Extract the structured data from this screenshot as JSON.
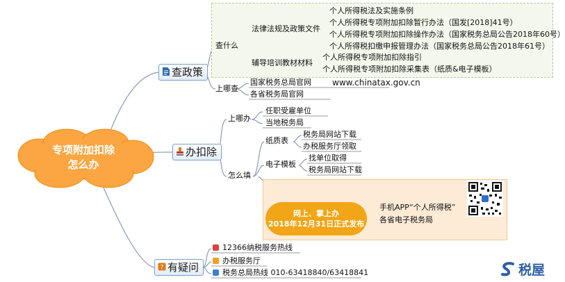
{
  "central": {
    "line1": "专项附加扣除",
    "line2": "怎么办"
  },
  "colors": {
    "cloud": "#fba642",
    "line": "#8a9ab8",
    "panel_green_bg": "#f4f8ec",
    "panel_orange_bg": "#fdebd6",
    "badge": "#f2a516"
  },
  "branches": {
    "policy": {
      "label": "查政策",
      "icon": "document-icon",
      "what": {
        "label": "查什么",
        "laws": {
          "label": "法律法规及政策文件",
          "items": [
            "个人所得税法及实施条例",
            "个人所得税专项附加扣除暂行办法（国发[2018]41号）",
            "个人所得税专项附加扣除操作办法（国家税务总局公告2018年60号）",
            "个人所得税扣缴申报管理办法（国家税务总局公告2018年61号）"
          ]
        },
        "training": {
          "label": "辅导培训教材材料",
          "items": [
            "个人所得税专项附加扣除指引",
            "个人所得税专项附加扣除采集表（纸质&电子模板）"
          ]
        }
      },
      "where": {
        "label": "上哪查",
        "items": [
          {
            "name": "国家税务总局官网",
            "url": "www.chinatax.gov.cn"
          },
          {
            "name": "各省税务局官网",
            "url": ""
          }
        ]
      }
    },
    "handle": {
      "label": "办扣除",
      "icon": "stamp-icon",
      "where": {
        "label": "上哪办",
        "items": [
          "任职受雇单位",
          "当地税务局"
        ]
      },
      "how": {
        "label": "怎么填",
        "paper": {
          "label": "纸质表",
          "items": [
            "税务局网站下载",
            "办税服务厅领取"
          ]
        },
        "electronic": {
          "label": "电子模板",
          "items": [
            "找单位取得",
            "税务局网站下载"
          ]
        }
      },
      "online": {
        "badge_line1": "网上、掌上办",
        "badge_line2": "2018年12月31日正式发布",
        "items": [
          "手机APP“个人所得税”",
          "各省电子税务局"
        ],
        "qr": "qr-code"
      }
    },
    "questions": {
      "label": "有疑问",
      "icon": "question-icon",
      "items": [
        {
          "text": "12366纳税服务热线",
          "color": "#e0413a"
        },
        {
          "text": "办税服务厅",
          "color": "#f0a020"
        },
        {
          "text": "税务总局热线  010-63418840/63418841",
          "color": "#3f7fd0"
        }
      ]
    }
  },
  "brand": {
    "name": "税屋",
    "icon": "shuiwu-logo-icon"
  }
}
